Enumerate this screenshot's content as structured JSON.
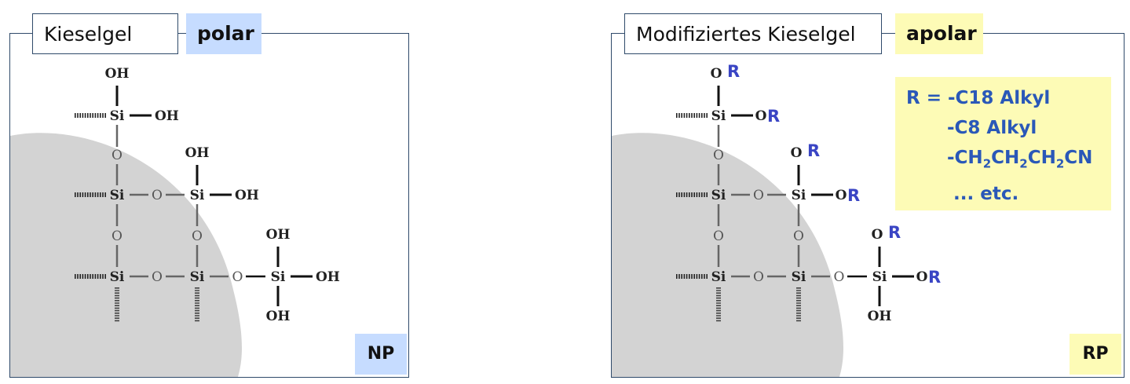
{
  "left_panel": {
    "title": "Kieselgel",
    "tag": "polar",
    "tag_color": "#c6dcff",
    "corner_label": "NP",
    "corner_color": "#c6dcff",
    "labels": {
      "oh": "OH",
      "si": "Si",
      "o": "O"
    }
  },
  "right_panel": {
    "title": "Modifiziertes Kieselgel",
    "tag": "apolar",
    "tag_color": "#fdfbb6",
    "corner_label": "RP",
    "corner_color": "#fdfbb6",
    "labels": {
      "o": "O",
      "r": "R",
      "si": "Si",
      "oh": "OH"
    },
    "r_box": {
      "line1": "R = -C18 Alkyl",
      "line2": "-C8 Alkyl",
      "line3_parts": [
        "-CH",
        "2",
        "CH",
        "2",
        "CH",
        "2",
        "CN"
      ],
      "line4": "... etc.",
      "background": "#fdfbb6",
      "text_color": "#2a58b8"
    }
  },
  "colors": {
    "border": "#2f4a6a",
    "particle": "#d3d3d3",
    "r_color": "#3a45c4"
  }
}
